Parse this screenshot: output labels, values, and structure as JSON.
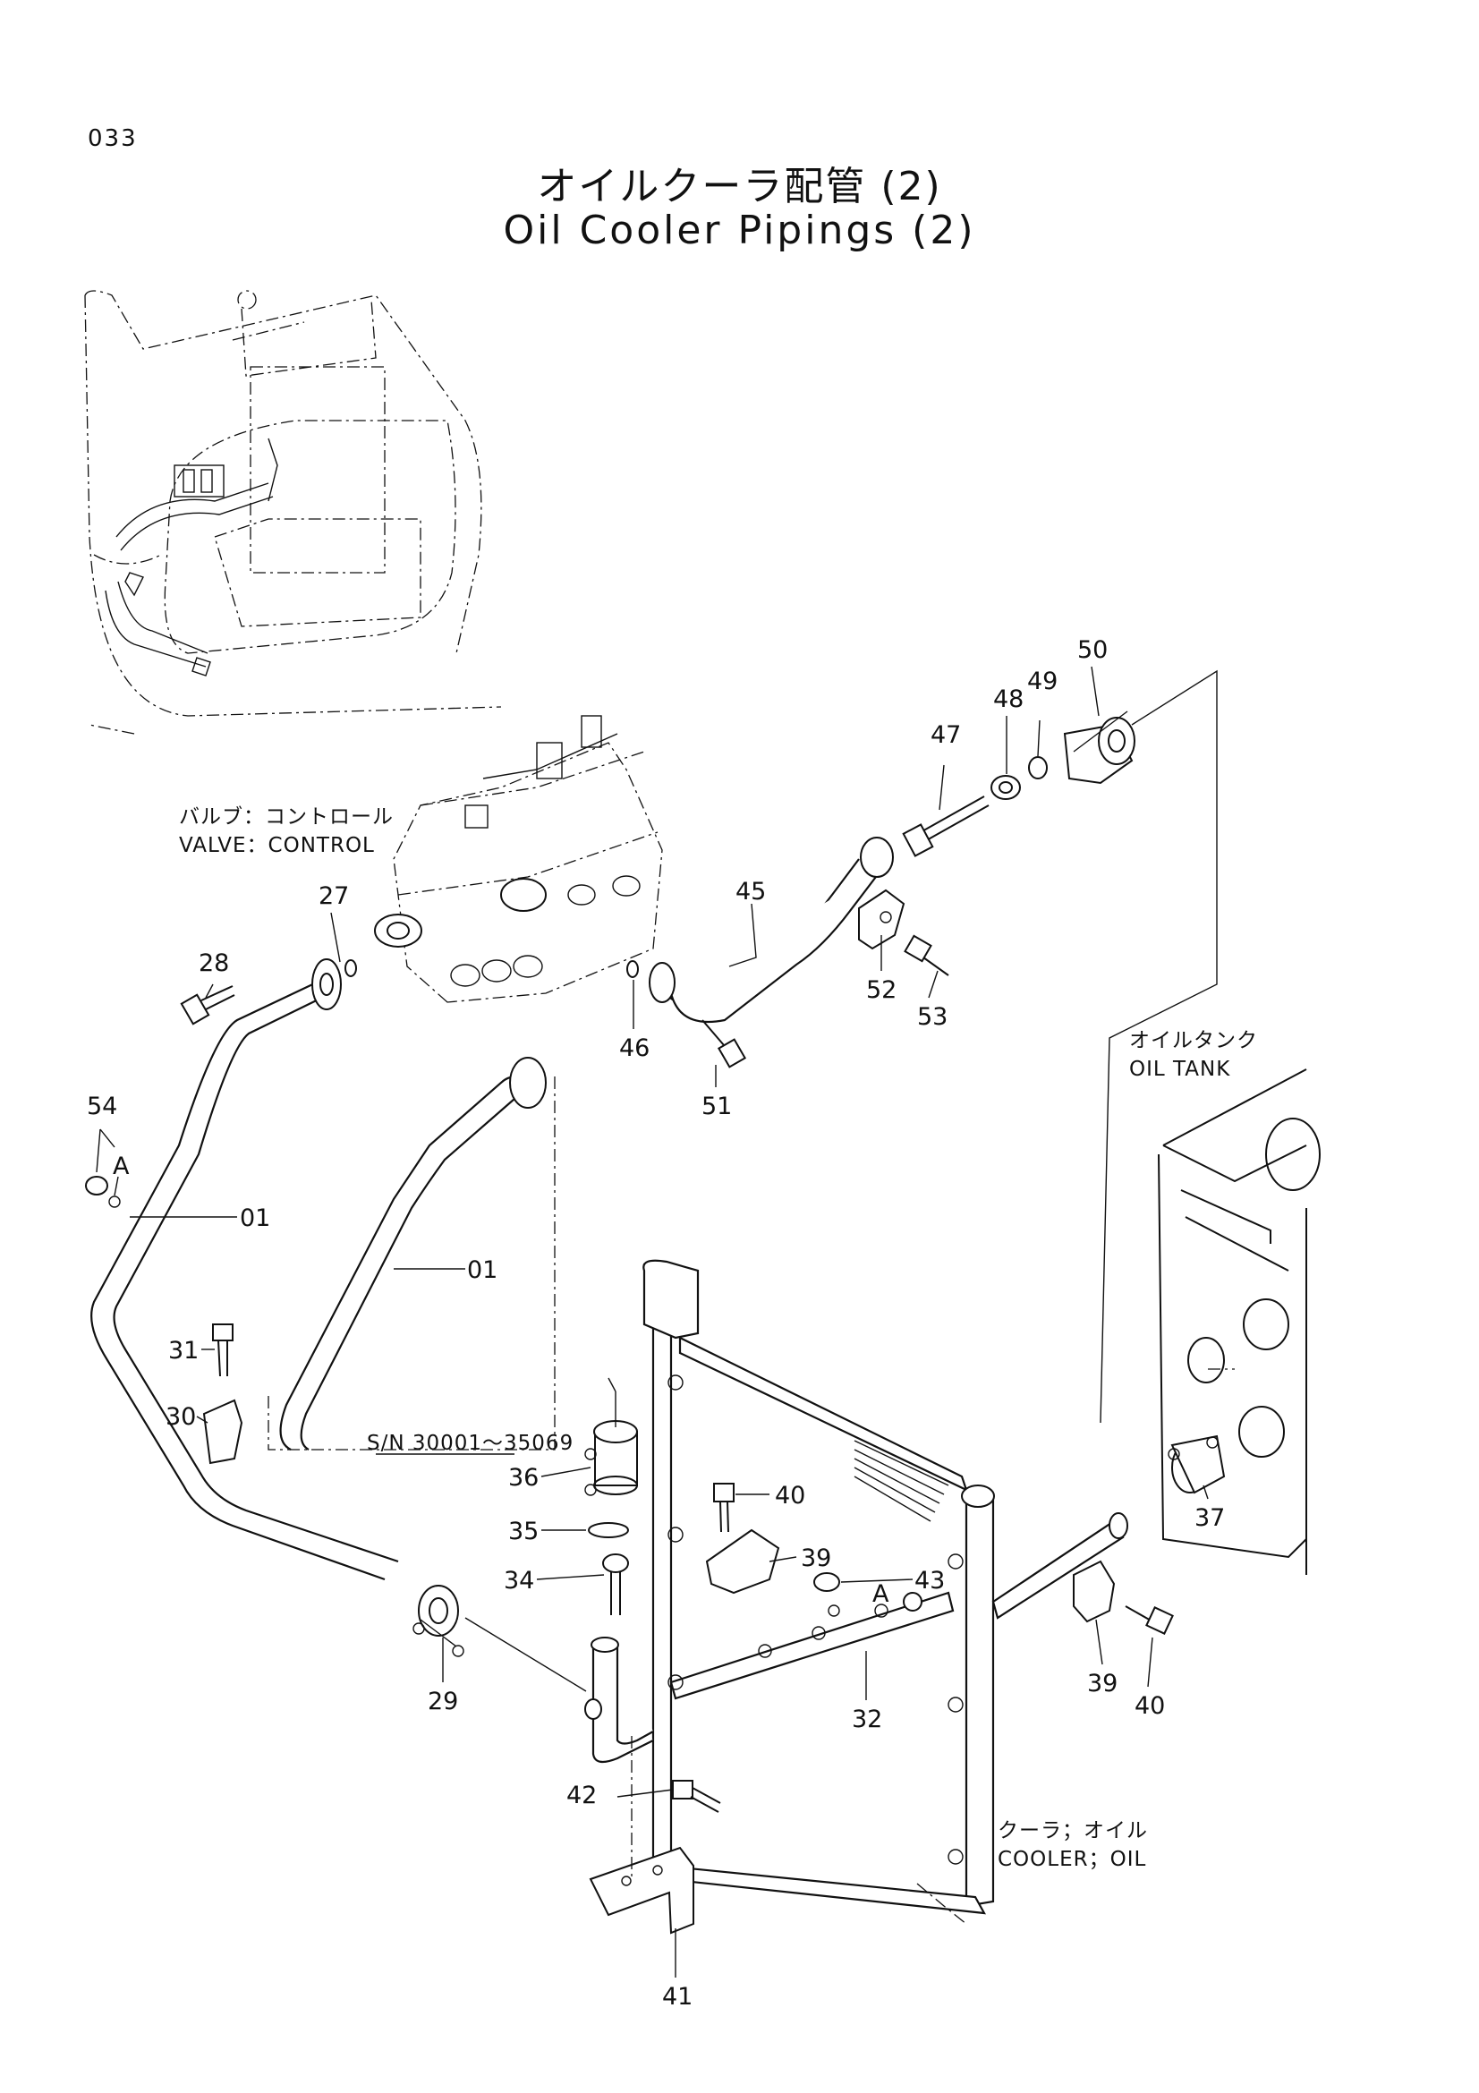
{
  "page_number": "033",
  "title_jp": "オイルクーラ配管 (2)",
  "title_en": "Oil Cooler Pipings (2)",
  "labels": {
    "valve_jp": "バルブ：コントロール",
    "valve_en": "VALVE：CONTROL",
    "tank_jp": "オイルタンク",
    "tank_en": "OIL TANK",
    "cooler_jp": "クーラ；オイル",
    "cooler_en": "COOLER；OIL",
    "serial": "S/N 30001～35069",
    "ref_a1": "A",
    "ref_a2": "A"
  },
  "parts": {
    "p50": "50",
    "p49": "49",
    "p48": "48",
    "p47": "47",
    "p27": "27",
    "p28": "28",
    "p45": "45",
    "p46": "46",
    "p51": "51",
    "p52": "52",
    "p53": "53",
    "p54": "54",
    "p01a": "01",
    "p01b": "01",
    "p31": "31",
    "p30": "30",
    "p36": "36",
    "p35": "35",
    "p34": "34",
    "p40a": "40",
    "p39a": "39",
    "p43": "43",
    "p37": "37",
    "p29": "29",
    "p32": "32",
    "p39b": "39",
    "p40b": "40",
    "p42": "42",
    "p41": "41"
  }
}
